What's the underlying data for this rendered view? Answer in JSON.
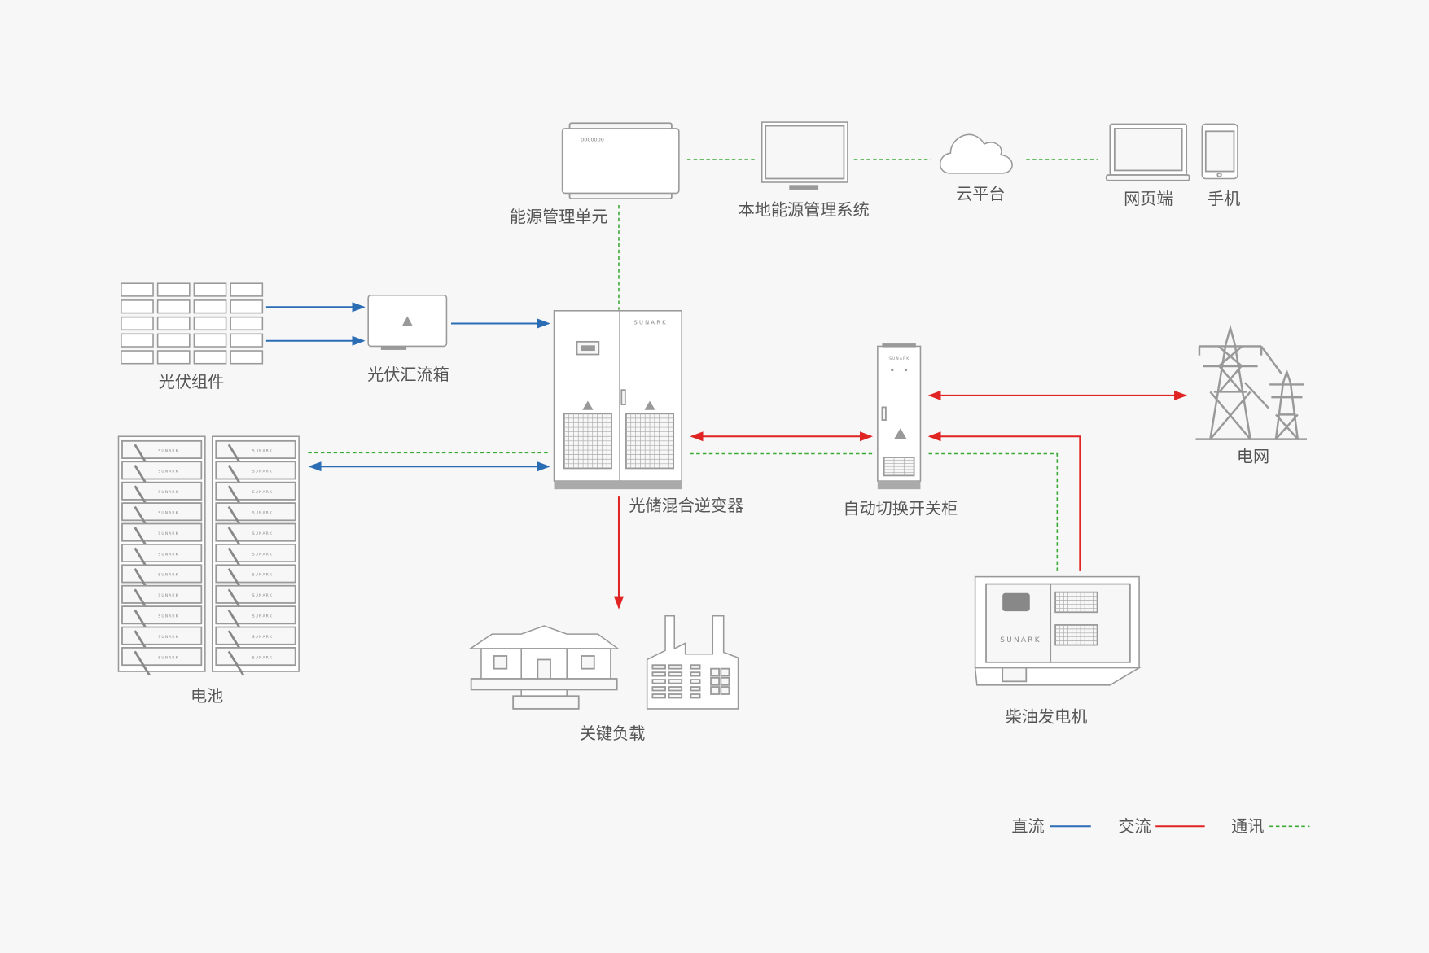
{
  "labels": {
    "pv_modules": "光伏组件",
    "pv_combiner": "光伏汇流箱",
    "ems_unit": "能源管理单元",
    "local_ems": "本地能源管理系统",
    "cloud": "云平台",
    "web": "网页端",
    "phone": "手机",
    "inverter": "光储混合逆变器",
    "ats": "自动切换开关柜",
    "grid": "电网",
    "battery": "电池",
    "loads": "关键负载",
    "generator": "柴油发电机"
  },
  "brand": "SUNARK",
  "legend": [
    {
      "label": "直流",
      "color": "#2a6db5",
      "style": "solid"
    },
    {
      "label": "交流",
      "color": "#e02424",
      "style": "solid"
    },
    {
      "label": "通讯",
      "color": "#3aaa35",
      "style": "dashed"
    }
  ]
}
